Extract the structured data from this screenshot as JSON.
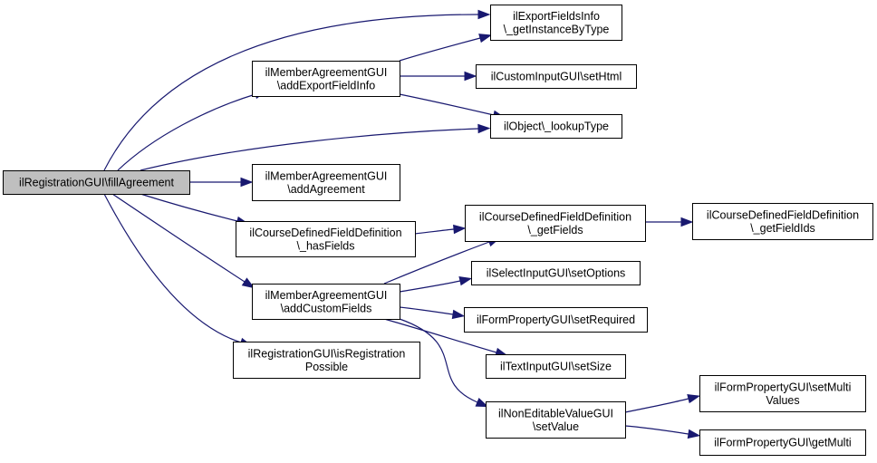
{
  "diagram": {
    "type": "call-graph",
    "colors": {
      "edge": "#191970",
      "root_fill": "#bfbfbf",
      "node_fill": "#ffffff",
      "node_border": "#000000"
    },
    "nodes": [
      {
        "id": "fillAgreement",
        "lines": [
          "ilRegistrationGUI\\fillAgreement"
        ],
        "root": true
      },
      {
        "id": "addExportFieldInfo",
        "lines": [
          "ilMemberAgreementGUI",
          "\\addExportFieldInfo"
        ]
      },
      {
        "id": "addAgreement",
        "lines": [
          "ilMemberAgreementGUI",
          "\\addAgreement"
        ]
      },
      {
        "id": "hasFields",
        "lines": [
          "ilCourseDefinedFieldDefinition",
          "\\_hasFields"
        ]
      },
      {
        "id": "addCustomFields",
        "lines": [
          "ilMemberAgreementGUI",
          "\\addCustomFields"
        ]
      },
      {
        "id": "isRegistrationPossible",
        "lines": [
          "ilRegistrationGUI\\isRegistration",
          "Possible"
        ]
      },
      {
        "id": "getInstanceByType",
        "lines": [
          "ilExportFieldsInfo",
          "\\_getInstanceByType"
        ]
      },
      {
        "id": "setHtml",
        "lines": [
          "ilCustomInputGUI\\setHtml"
        ]
      },
      {
        "id": "lookupType",
        "lines": [
          "ilObject\\_lookupType"
        ]
      },
      {
        "id": "getFields",
        "lines": [
          "ilCourseDefinedFieldDefinition",
          "\\_getFields"
        ]
      },
      {
        "id": "setOptions",
        "lines": [
          "ilSelectInputGUI\\setOptions"
        ]
      },
      {
        "id": "setRequired",
        "lines": [
          "ilFormPropertyGUI\\setRequired"
        ]
      },
      {
        "id": "setSize",
        "lines": [
          "ilTextInputGUI\\setSize"
        ]
      },
      {
        "id": "setValue",
        "lines": [
          "ilNonEditableValueGUI",
          "\\setValue"
        ]
      },
      {
        "id": "getFieldIds",
        "lines": [
          "ilCourseDefinedFieldDefinition",
          "\\_getFieldIds"
        ]
      },
      {
        "id": "setMultiValues",
        "lines": [
          "ilFormPropertyGUI\\setMulti",
          "Values"
        ]
      },
      {
        "id": "getMulti",
        "lines": [
          "ilFormPropertyGUI\\getMulti"
        ]
      }
    ],
    "edges": [
      {
        "from": "fillAgreement",
        "to": "getInstanceByType"
      },
      {
        "from": "fillAgreement",
        "to": "addExportFieldInfo"
      },
      {
        "from": "fillAgreement",
        "to": "lookupType"
      },
      {
        "from": "fillAgreement",
        "to": "addAgreement"
      },
      {
        "from": "fillAgreement",
        "to": "hasFields"
      },
      {
        "from": "fillAgreement",
        "to": "addCustomFields"
      },
      {
        "from": "fillAgreement",
        "to": "isRegistrationPossible"
      },
      {
        "from": "addExportFieldInfo",
        "to": "getInstanceByType"
      },
      {
        "from": "addExportFieldInfo",
        "to": "setHtml"
      },
      {
        "from": "addExportFieldInfo",
        "to": "lookupType"
      },
      {
        "from": "hasFields",
        "to": "getFields"
      },
      {
        "from": "getFields",
        "to": "getFieldIds"
      },
      {
        "from": "addCustomFields",
        "to": "getFields"
      },
      {
        "from": "addCustomFields",
        "to": "setOptions"
      },
      {
        "from": "addCustomFields",
        "to": "setRequired"
      },
      {
        "from": "addCustomFields",
        "to": "setSize"
      },
      {
        "from": "addCustomFields",
        "to": "setValue"
      },
      {
        "from": "setValue",
        "to": "setMultiValues"
      },
      {
        "from": "setValue",
        "to": "getMulti"
      }
    ]
  }
}
